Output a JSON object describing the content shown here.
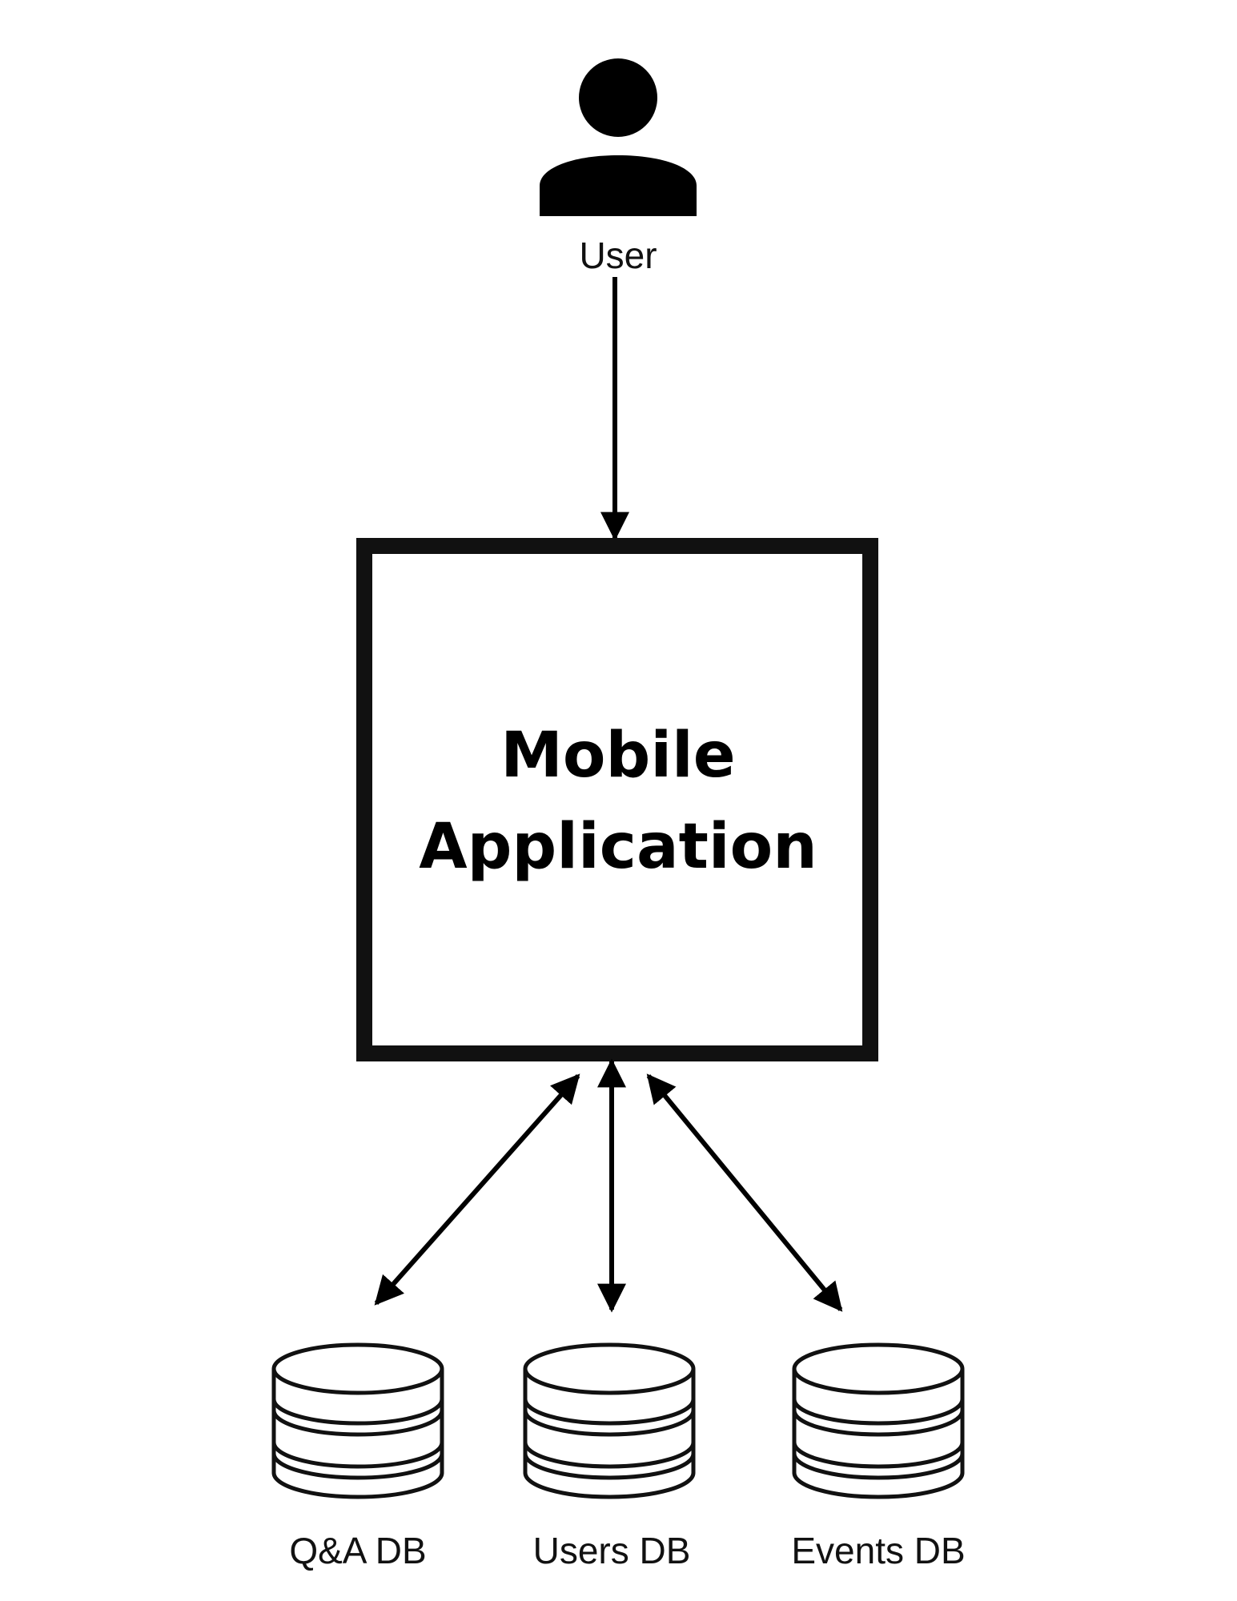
{
  "actor": {
    "label": "User",
    "icon": "user-icon"
  },
  "process": {
    "title_line1": "Mobile",
    "title_line2": "Application"
  },
  "databases": [
    {
      "label": "Q&A DB",
      "icon": "database-icon"
    },
    {
      "label": "Users DB",
      "icon": "database-icon"
    },
    {
      "label": "Events DB",
      "icon": "database-icon"
    }
  ],
  "edges": [
    {
      "from": "User",
      "to": "Mobile Application",
      "direction": "one-way"
    },
    {
      "from": "Mobile Application",
      "to": "Q&A DB",
      "direction": "bidirectional"
    },
    {
      "from": "Mobile Application",
      "to": "Users DB",
      "direction": "bidirectional"
    },
    {
      "from": "Mobile Application",
      "to": "Events DB",
      "direction": "bidirectional"
    }
  ],
  "colors": {
    "stroke": "#000000",
    "box_border": "#111111",
    "db_stripe": "#ffffff"
  }
}
